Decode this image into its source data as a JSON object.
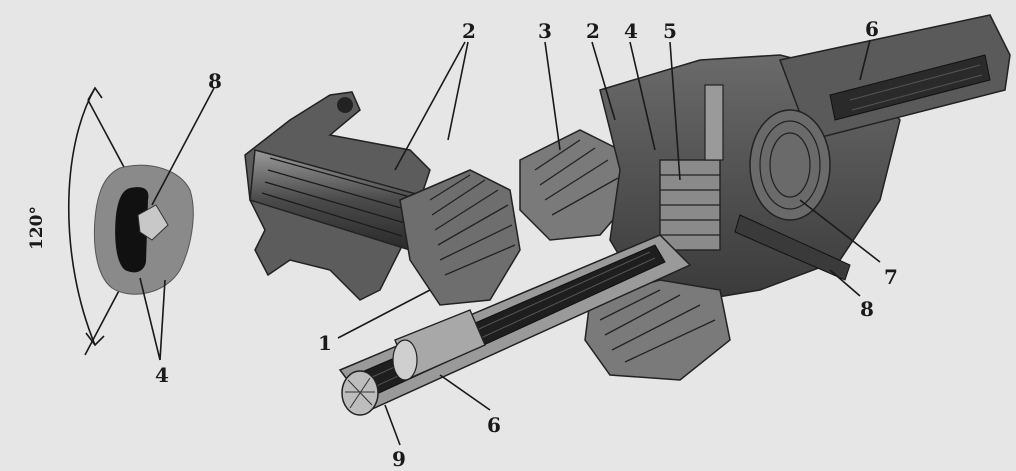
{
  "diagram": {
    "angle_label": "120°",
    "labels": {
      "detail_8": "8",
      "detail_4": "4",
      "top_2a": "2",
      "top_3": "3",
      "top_2b": "2",
      "top_4": "4",
      "top_5": "5",
      "top_6": "6",
      "right_7": "7",
      "right_8": "8",
      "left_1": "1",
      "bottom_6": "6",
      "bottom_9": "9"
    }
  }
}
